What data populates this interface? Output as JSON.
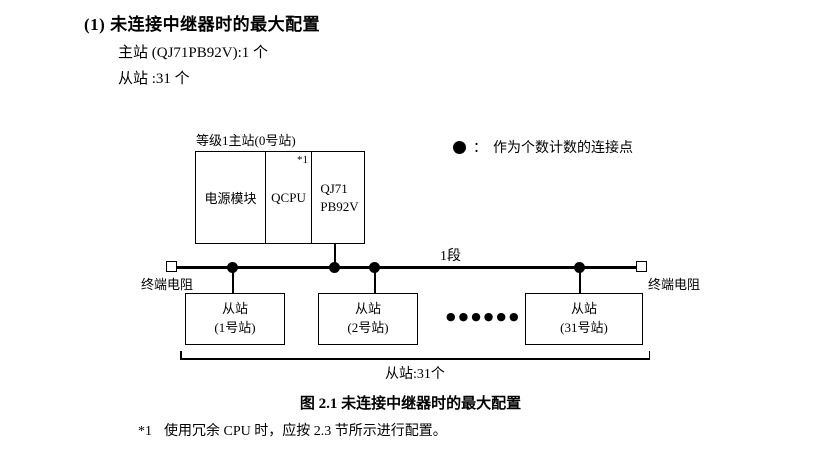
{
  "page": {
    "heading": "(1) 未连接中继器时的最大配置",
    "master_count_line": "主站 (QJ71PB92V):1 个",
    "slave_count_line": "从站 :31 个",
    "caption": "图 2.1  未连接中继器时的最大配置",
    "footnote_marker": "*1",
    "footnote_text": "使用冗余 CPU 时，应按 2.3 节所示进行配置。"
  },
  "diagram": {
    "master_label": "等级1主站(0号站)",
    "cells": [
      "电源模块",
      "QCPU",
      "QJ71\nPB92V"
    ],
    "qcpu_note": "*1",
    "legend_colon": "：",
    "legend_text": "作为个数计数的连接点",
    "segment_label": "1段",
    "terminator_left_label": "终端电阻",
    "terminator_right_label": "终端电阻",
    "slaves": [
      "从站\n(1号站)",
      "从站\n(2号站)",
      "从站\n(31号站)"
    ],
    "ellipsis": "●●●●●●",
    "slave_group_label": "从站:31个",
    "colors": {
      "line": "#000000",
      "background": "#ffffff"
    }
  }
}
